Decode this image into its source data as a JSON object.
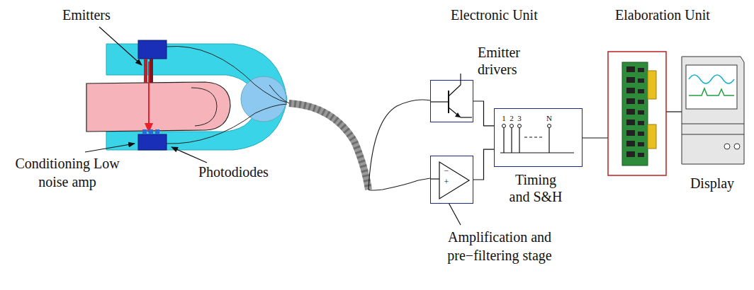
{
  "diagram": {
    "nodes": [
      {
        "text": [
          "Emitter drivers"
        ]
      },
      {
        "text": [
          "−",
          "+"
        ]
      },
      {
        "text": [
          "1",
          "2",
          "3",
          "N",
          "Timing and S&H"
        ]
      }
    ],
    "edges": [
      {
        "from": 0,
        "to": 2,
        "arrow": "none"
      },
      {
        "from": 1,
        "to": 2,
        "arrow": "none"
      }
    ],
    "labels": [
      "Emitters",
      "Conditioning Low noise amp",
      "Photodiodes",
      "Electronic Unit",
      "Elaboration Unit",
      "Amplification and pre−filtering stage",
      "Display"
    ]
  }
}
